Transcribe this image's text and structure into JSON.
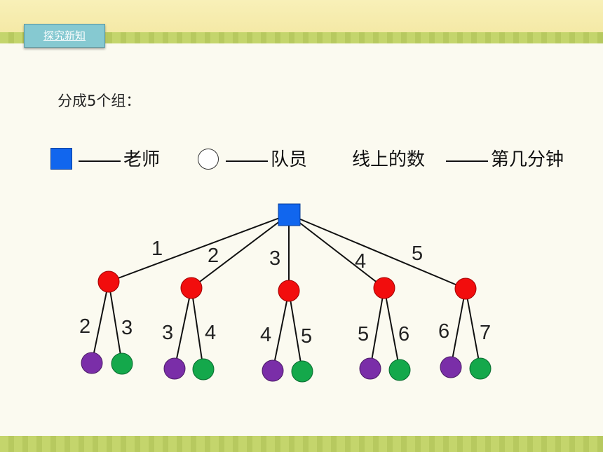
{
  "header": {
    "badge": "探究新知"
  },
  "intro": "分成5个组：",
  "legend": {
    "teacher": "老师",
    "member": "队员",
    "line_number": "线上的数",
    "minute": "第几分钟"
  },
  "colors": {
    "teacher": "#1166ee",
    "mid": "#f20d0d",
    "leaf_purple": "#7a2ea8",
    "leaf_green": "#14a84b"
  },
  "tree": {
    "top_edges": [
      "1",
      "2",
      "3",
      "4",
      "5"
    ],
    "groups": [
      {
        "left": "2",
        "right": "3"
      },
      {
        "left": "3",
        "right": "4"
      },
      {
        "left": "4",
        "right": "5"
      },
      {
        "left": "5",
        "right": "6"
      },
      {
        "left": "6",
        "right": "7"
      }
    ]
  }
}
